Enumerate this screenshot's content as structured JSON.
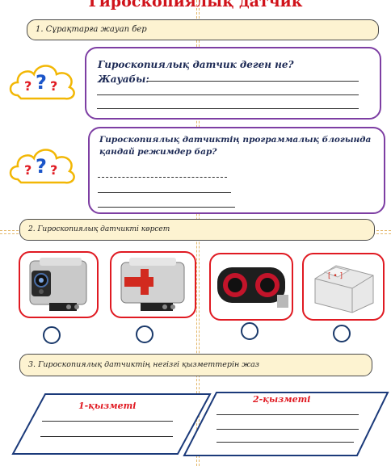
{
  "title": "Гироскопиялық датчик",
  "task1": {
    "label": "1. Сұрақтарға жауап бер",
    "q1": {
      "question": "Гироскопиялық датчик деген не?",
      "answer_label": "Жауабы:"
    },
    "q2": {
      "question_line1": "Гироскопиялық датчиктің программалық блогында",
      "question_line2": "қандай режимдер бар?"
    },
    "icon_text": "?¿?"
  },
  "task2": {
    "label": "2. Гироскопиялық датчикті көрсет"
  },
  "task3": {
    "label": "3. Гироскопиялық датчиктің негізгі қызметтерін жаз",
    "function1": "1-қызметі",
    "function2": "2-қызметі"
  },
  "colors": {
    "title": "#d0131b",
    "frame": "#e01a22",
    "question_border": "#7d3ea3",
    "pill_bg": "#fdf3d1"
  }
}
